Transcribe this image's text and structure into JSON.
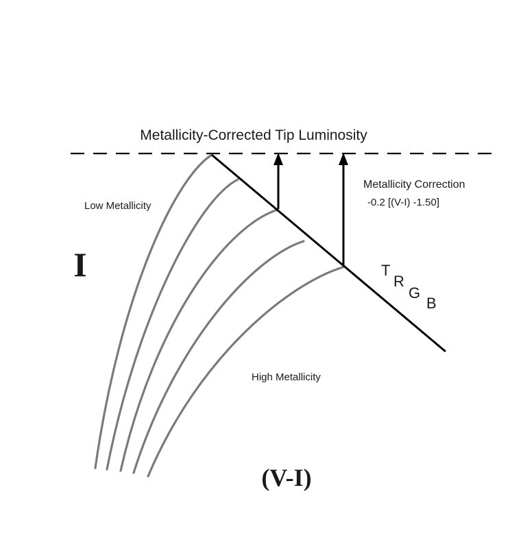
{
  "diagram": {
    "title": "Metallicity-Corrected Tip Luminosity",
    "correction_label": "Metallicity Correction",
    "correction_formula": "-0.2 [(V-I) -1.50]",
    "low_metallicity_label": "Low Metallicity",
    "high_metallicity_label": "High Metallicity",
    "y_axis_label": "I",
    "x_axis_label": "(V-I)",
    "trgb_letters": [
      "T",
      "R",
      "G",
      "B"
    ],
    "colors": {
      "ink": "#000000",
      "branch": "#7a7a7a",
      "text": "#1a1a1a"
    }
  }
}
